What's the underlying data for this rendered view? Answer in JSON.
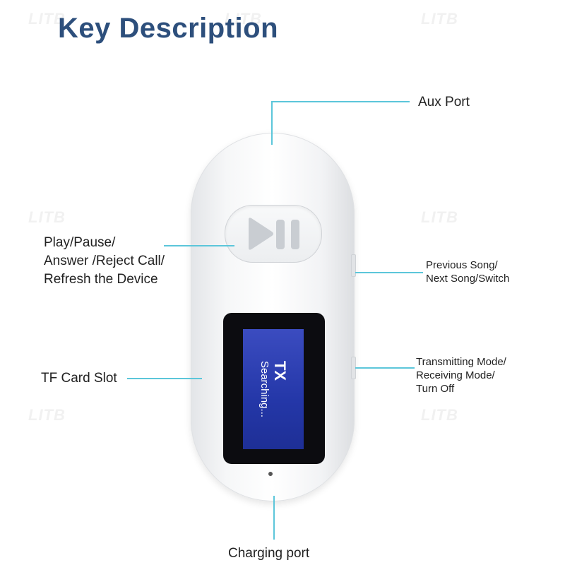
{
  "title": "Key Description",
  "watermark": "LITB",
  "labels": {
    "aux_port": "Aux Port",
    "play_pause": "Play/Pause/\nAnswer /Reject Call/\nRefresh the Device",
    "previous_next": "Previous Song/\nNext Song/Switch",
    "tf_card": "TF Card Slot",
    "mode": "Transmitting Mode/\nReceiving Mode/\nTurn Off",
    "charging": "Charging port"
  },
  "screen": {
    "mode": "TX",
    "status": "Searching..."
  },
  "colors": {
    "title": "#2d4f7c",
    "leader_line": "#5cc6da",
    "screen": "#2437a8"
  },
  "icons": [
    "play-pause-icon"
  ]
}
